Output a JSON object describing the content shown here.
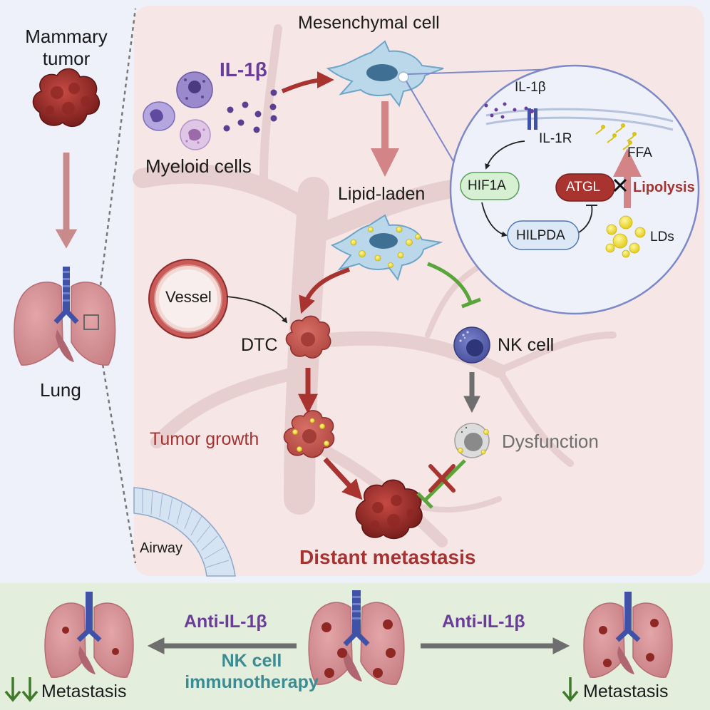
{
  "left": {
    "tumor_label_1": "Mammary",
    "tumor_label_2": "tumor",
    "lung_label": "Lung"
  },
  "main": {
    "mesenchymal_label": "Mesenchymal cell",
    "il1b_label": "IL-1β",
    "myeloid_label": "Myeloid cells",
    "lipid_laden_label": "Lipid-laden",
    "vessel_label": "Vessel",
    "dtc_label": "DTC",
    "nk_label": "NK cell",
    "tumor_growth_label": "Tumor growth",
    "dysfunction_label": "Dysfunction",
    "metastasis_label": "Distant metastasis",
    "airway_label": "Airway"
  },
  "inset": {
    "il1b_label": "IL-1β",
    "il1r_label": "IL-1R",
    "ffa_label": "FFA",
    "hif1a_label": "HIF1A",
    "atgl_label": "ATGL",
    "lipolysis_label": "Lipolysis",
    "hilpda_label": "HILPDA",
    "lds_label": "LDs"
  },
  "bottom": {
    "left_treatment_1": "Anti-IL-1β",
    "left_treatment_2": "NK cell",
    "left_treatment_3": "immunotherapy",
    "right_treatment": "Anti-IL-1β",
    "left_result": "Metastasis",
    "right_result": "Metastasis"
  },
  "colors": {
    "il1b_purple": "#6a3d9a",
    "tumor_red": "#a63232",
    "nk_teal": "#3b8c93",
    "panel_pink": "#f6e6e6",
    "bottom_green": "#e3eedd",
    "arrow_green": "#3f7a2a"
  }
}
